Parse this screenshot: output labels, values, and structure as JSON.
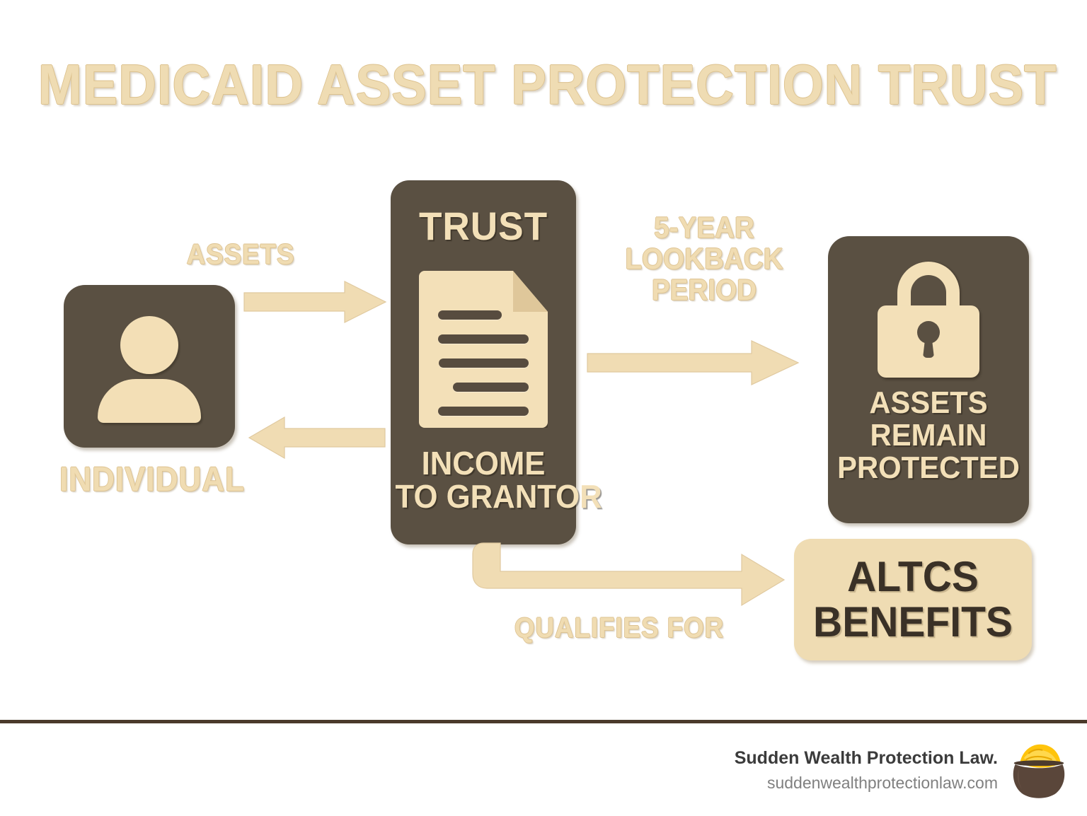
{
  "title": "MEDICAID ASSET PROTECTION TRUST",
  "colors": {
    "background": "#FFFFFF",
    "dark_brown": "#5A5042",
    "tan": "#EFDCB3",
    "tan_text": "#F3E0B8",
    "dark_text": "#3A3127",
    "footer_rule": "#4B3A2B",
    "footer_brand_text": "#3B3B3B",
    "footer_url_text": "#808080"
  },
  "nodes": {
    "individual": {
      "label": "INDIVIDUAL",
      "icon": "person-icon"
    },
    "trust": {
      "heading": "TRUST",
      "subheading": "INCOME\nTO GRANTOR",
      "subheading_line1": "INCOME",
      "subheading_line2": "TO GRANTOR",
      "icon": "document-icon"
    },
    "protected": {
      "line1": "ASSETS",
      "line2": "REMAIN",
      "line3": "PROTECTED",
      "icon": "lock-icon"
    },
    "altcs": {
      "line1": "ALTCS",
      "line2": "BENEFITS"
    }
  },
  "connectors": {
    "assets": {
      "label": "ASSETS",
      "direction": "right",
      "from": "individual",
      "to": "trust"
    },
    "income": {
      "label": "",
      "direction": "left",
      "from": "trust",
      "to": "individual"
    },
    "lookback": {
      "label_line1": "5-YEAR",
      "label_line2": "LOOKBACK",
      "label_line3": "PERIOD",
      "direction": "right",
      "from": "trust",
      "to": "protected"
    },
    "qualifies": {
      "label": "QUALIFIES FOR",
      "direction": "elbow-down-right",
      "from": "trust",
      "to": "altcs"
    }
  },
  "footer": {
    "brand": "Sudden Wealth Protection Law.",
    "url": "suddenwealthprotectionlaw.com",
    "logo": "pot-of-gold-icon"
  }
}
